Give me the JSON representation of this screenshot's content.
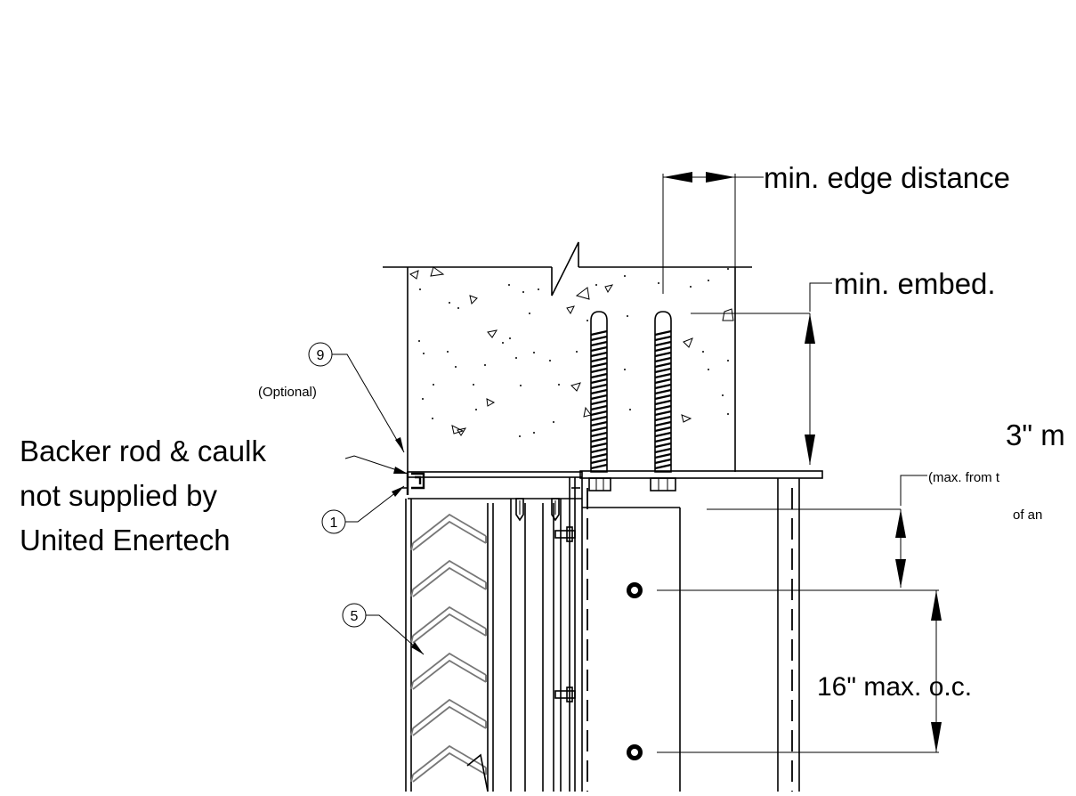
{
  "callouts": {
    "edge_distance": "min. edge distance",
    "embed": "min. embed.",
    "three_inch": "3\" m",
    "max_from": "(max. from t",
    "of_an": "of an",
    "spacing": "16\" max. o.c.",
    "backer_line1": "Backer rod & caulk",
    "backer_line2": "not supplied by",
    "backer_line3": "United Enertech",
    "optional": "(Optional)"
  },
  "tags": {
    "tag_9": "9",
    "tag_1": "1",
    "tag_5": "5"
  }
}
